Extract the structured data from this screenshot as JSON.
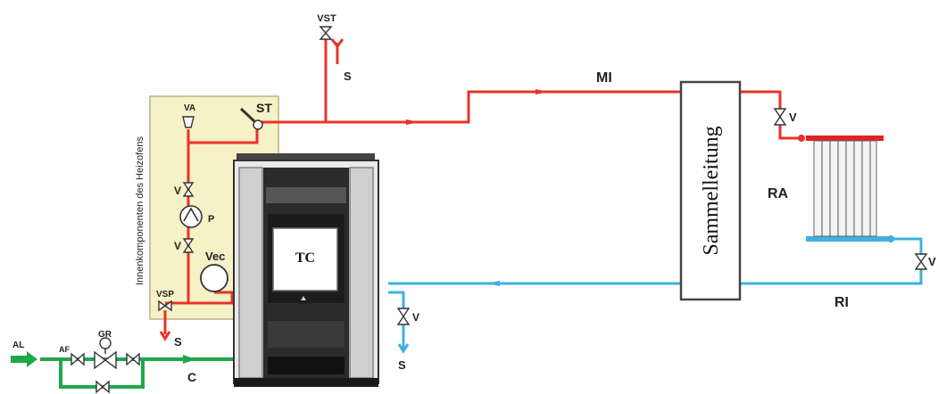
{
  "labels": {
    "vst": "VST",
    "s_top": "S",
    "mi": "MI",
    "st": "ST",
    "va": "VA",
    "v_pump_top": "V",
    "p": "P",
    "v_pump_bottom": "V",
    "vec": "Vec",
    "vsp": "VSP",
    "s_left": "S",
    "tc": "TC",
    "al": "AL",
    "af": "AF",
    "gr": "GR",
    "c": "C",
    "v_return": "V",
    "s_bottom": "S",
    "sammelleitung": "Sammelleitung",
    "v_right_top": "V",
    "ra": "RA",
    "v_right_bottom": "V",
    "ri": "RI",
    "innenkomponenten": "Innenkomponenten des Heizofens"
  },
  "colors": {
    "supply": "#e8332a",
    "return": "#3fb0e0",
    "cold_water": "#1fa84a",
    "panel": "#f6f1c6",
    "panel_border": "#b9b48a",
    "stove": "#2b2b2b",
    "radiator": "#cfcfcf"
  }
}
